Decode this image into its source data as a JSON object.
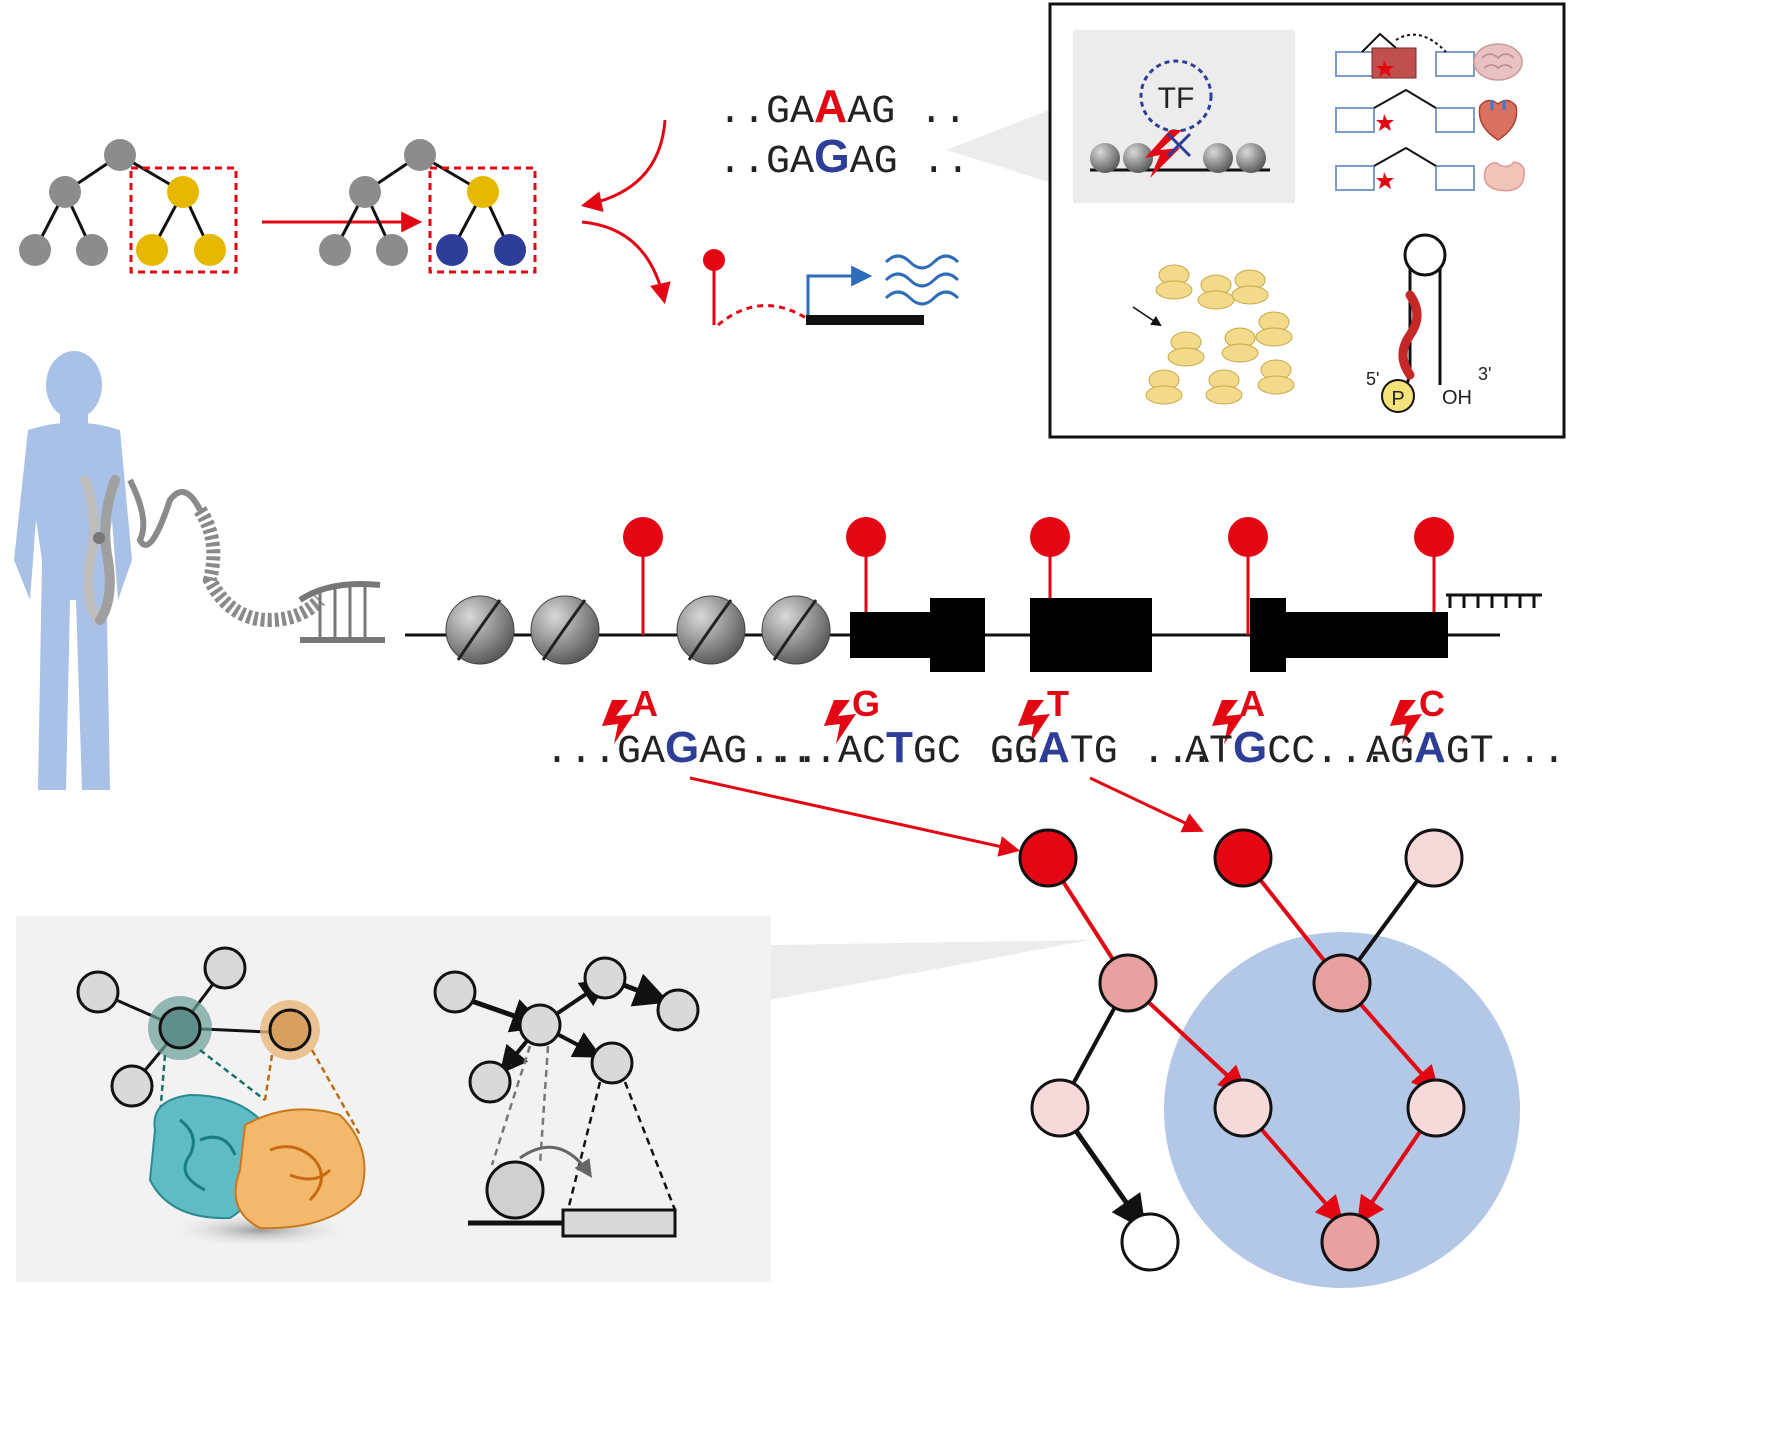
{
  "colors": {
    "red": "#e30613",
    "blue": "#2e3d98",
    "yellow": "#e6b800",
    "gray_node": "#8c8c8c",
    "light_blue_bg": "#b3c7e6",
    "panel_bg": "#f2f2f2",
    "pink": "#e9a0a0",
    "pale_pink": "#f6d9d9"
  },
  "top_sequence": {
    "line1": {
      "prefix": "..GA",
      "base": "A",
      "suffix": "AG .."
    },
    "line2": {
      "prefix": "..GA",
      "base": "G",
      "suffix": "AG .."
    }
  },
  "inset_box": {
    "tf_label": "TF",
    "hairpin": {
      "five_prime": "5'",
      "three_prime": "3'",
      "phosphate": "P",
      "hydroxyl": "OH"
    },
    "tissue_icons": [
      "brain-icon",
      "heart-icon",
      "stomach-icon"
    ]
  },
  "variants": [
    {
      "alt": "A",
      "prefix": "...GA",
      "ref": "G",
      "suffix": "AG..."
    },
    {
      "alt": "G",
      "prefix": "...AC",
      "ref": "T",
      "suffix": "GC ..."
    },
    {
      "alt": "T",
      "prefix": "GG",
      "ref": "A",
      "suffix": "TG ..."
    },
    {
      "alt": "A",
      "prefix": "AT",
      "ref": "G",
      "suffix": "CC..."
    },
    {
      "alt": "C",
      "prefix": "AG",
      "ref": "A",
      "suffix": "GT..."
    }
  ]
}
